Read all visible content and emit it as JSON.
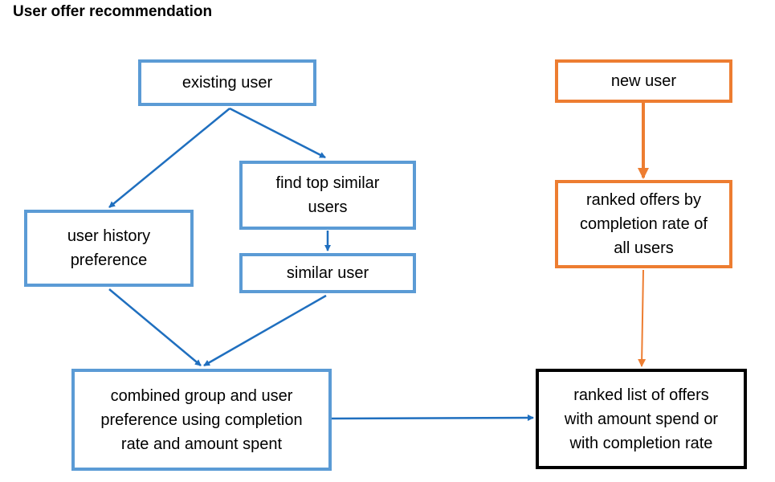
{
  "title": "User offer recommendation",
  "nodes": {
    "existing_user": "existing user",
    "find_top_similar": "find top similar\nusers",
    "user_history": "user history\npreference",
    "similar_user": "similar user",
    "combined": "combined group and user\npreference using completion\nrate and amount spent",
    "new_user": "new user",
    "ranked_offers": "ranked offers by\ncompletion rate of\nall users",
    "ranked_list": "ranked list of offers\nwith amount spend or\nwith completion rate"
  },
  "colors": {
    "blue_border": "#5b9bd5",
    "blue_arrow": "#1f6fbf",
    "orange": "#ed7d31",
    "black": "#000000"
  }
}
